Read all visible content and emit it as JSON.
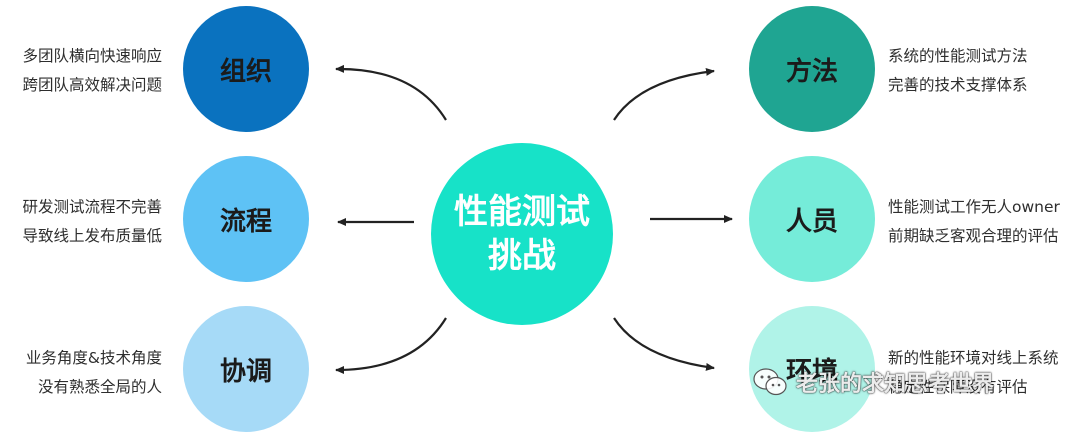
{
  "center": {
    "line1": "性能测试",
    "line2": "挑战"
  },
  "nodes": {
    "organization": {
      "label": "组织",
      "color": "#0a72bf",
      "desc": [
        "多团队横向快速响应",
        "跨团队高效解决问题"
      ]
    },
    "process": {
      "label": "流程",
      "color": "#5ec2f5",
      "desc": [
        "研发测试流程不完善",
        "导致线上发布质量低"
      ]
    },
    "coordination": {
      "label": "协调",
      "color": "#a6daf7",
      "desc": [
        "业务角度&技术角度",
        "没有熟悉全局的人"
      ]
    },
    "method": {
      "label": "方法",
      "color": "#1fa592",
      "desc": [
        "系统的性能测试方法",
        "完善的技术支撑体系"
      ]
    },
    "personnel": {
      "label": "人员",
      "color": "#75ecd9",
      "desc": [
        "性能测试工作无人owner",
        "前期缺乏客观合理的评估"
      ]
    },
    "environment": {
      "label": "环境",
      "color": "#b0f3e8",
      "desc": [
        "新的性能环境对线上系统",
        "稳定性保障没有评估"
      ]
    }
  },
  "watermark": {
    "text": "老张的求知思考世界",
    "icon": "wechat-icon"
  }
}
